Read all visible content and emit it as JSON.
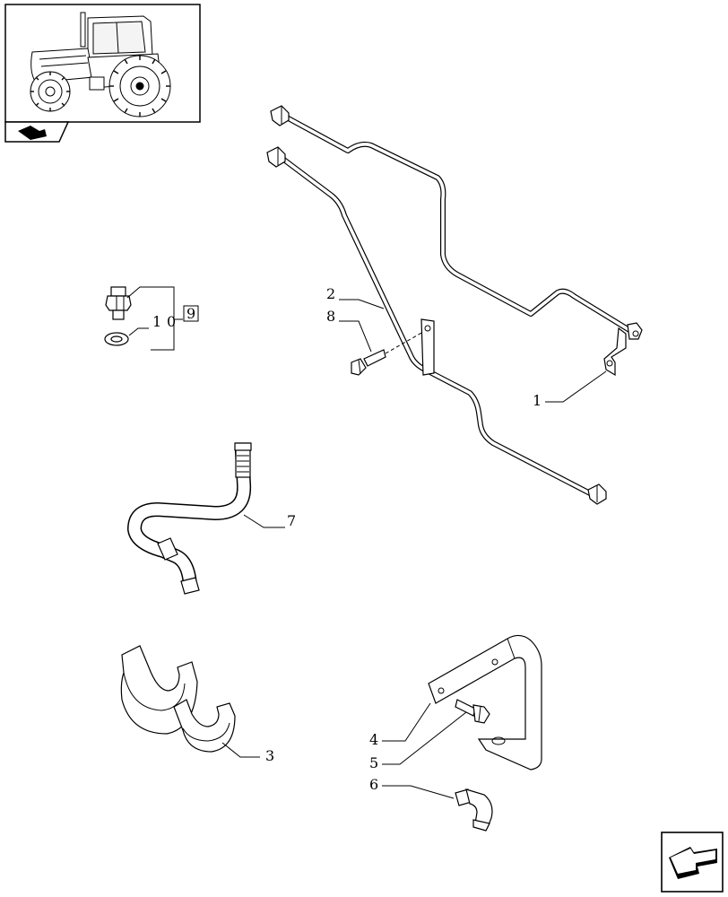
{
  "callouts": {
    "c1": "1",
    "c2": "2",
    "c3": "3",
    "c4": "4",
    "c5": "5",
    "c6": "6",
    "c7": "7",
    "c8": "8",
    "c9": "9",
    "c10a": "1",
    "c10b": "0"
  },
  "icons": {
    "thumbnail": "tractor-icon",
    "section": "section-marker-icon",
    "nav": "next-page-arrow-icon"
  }
}
